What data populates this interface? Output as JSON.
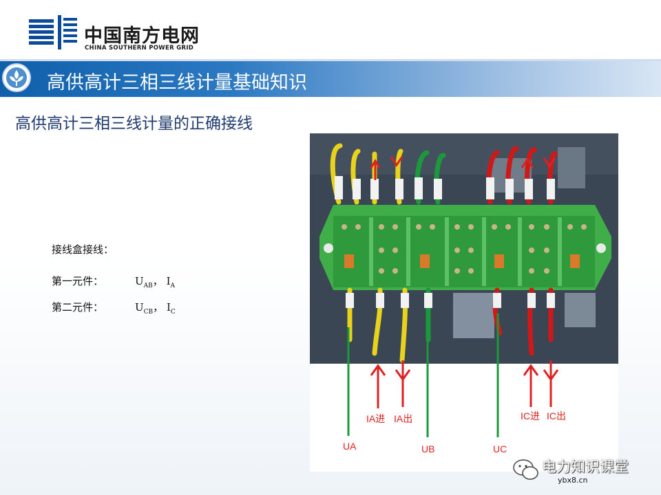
{
  "header": {
    "logo_cn": "中国南方电网",
    "logo_en": "CHINA SOUTHERN POWER GRID",
    "title": "高供高计三相三线计量基础知识"
  },
  "content": {
    "subtitle": "高供高计三相三线计量的正确接线",
    "heading": "接线盒接线：",
    "element1": {
      "label": "第一元件：",
      "u_main": "U",
      "u_sub": "AB",
      "sep": "，",
      "i_main": "I",
      "i_sub": "A"
    },
    "element2": {
      "label": "第二元件：",
      "u_main": "U",
      "u_sub": "CB",
      "sep": "，",
      "i_main": "I",
      "i_sub": "C"
    }
  },
  "photo": {
    "labels": {
      "ia_in": "IA进",
      "ia_out": "IA出",
      "ic_in": "IC进",
      "ic_out": "IC出",
      "ua": "UA",
      "ub": "UB",
      "uc": "UC"
    },
    "colors": {
      "green_box": "#3fae49",
      "red_wire": "#e02020",
      "green_wire": "#1a9a3a",
      "yellow_wire": "#e8d21c"
    }
  },
  "watermark": {
    "text": "电力知识课堂",
    "url": "ybx8.cn"
  }
}
